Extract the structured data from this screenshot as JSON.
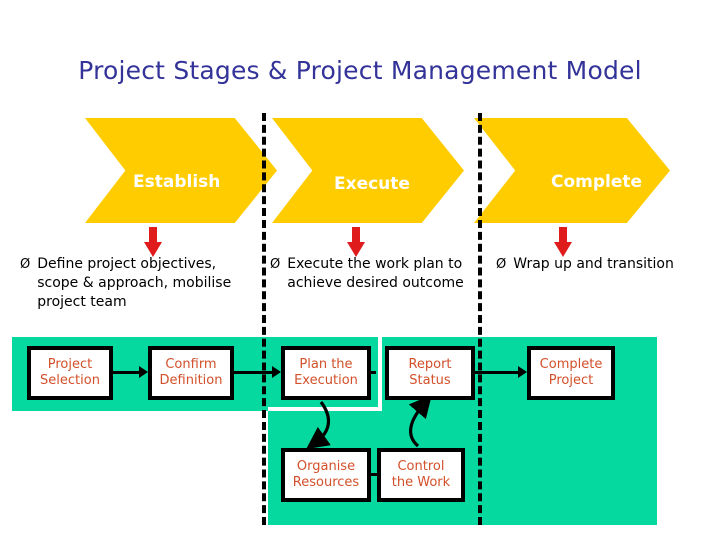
{
  "title": "Project Stages & Project Management Model",
  "colors": {
    "title": "#333399",
    "chevron": "#FFCC00",
    "band": "#06D9A0",
    "box_text": "#D2502A",
    "arrow_red": "#E01B1B",
    "divider": "#000000"
  },
  "stages": [
    {
      "id": "establish",
      "label": "Establish",
      "bullet_mark": "Ø",
      "bullet_text": "Define project objectives, scope & approach, mobilise project team"
    },
    {
      "id": "execute",
      "label": "Execute",
      "bullet_mark": "Ø",
      "bullet_text": "Execute the work plan to achieve desired outcome"
    },
    {
      "id": "complete",
      "label": "Complete",
      "bullet_mark": "Ø",
      "bullet_text": "Wrap up and transition"
    }
  ],
  "process_boxes": [
    {
      "id": "project-selection",
      "line1": "Project",
      "line2": "Selection"
    },
    {
      "id": "confirm-definition",
      "line1": "Confirm",
      "line2": "Definition"
    },
    {
      "id": "plan-execution",
      "line1": "Plan the",
      "line2": "Execution"
    },
    {
      "id": "report-status",
      "line1": "Report",
      "line2": "Status"
    },
    {
      "id": "complete-project",
      "line1": "Complete",
      "line2": "Project"
    },
    {
      "id": "organise-resources",
      "line1": "Organise",
      "line2": "Resources"
    },
    {
      "id": "control-the-work",
      "line1": "Control",
      "line2": "the Work"
    }
  ]
}
